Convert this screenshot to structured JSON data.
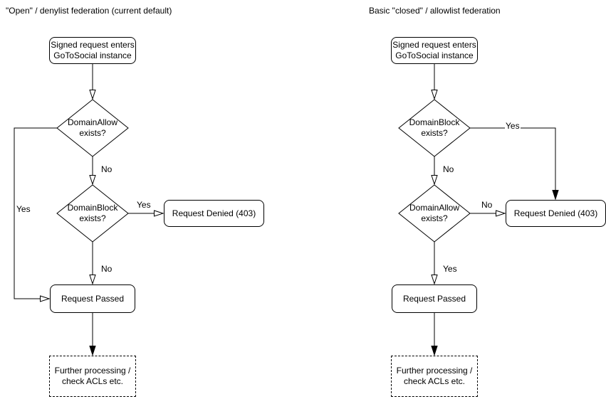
{
  "colors": {
    "stroke": "#000000",
    "background": "#ffffff",
    "text": "#000000"
  },
  "charts": [
    {
      "title": "\"Open\" / denylist federation (current default)",
      "start": {
        "line1": "Signed request enters",
        "line2": "GoToSocial instance"
      },
      "decision1": {
        "line1": "DomainAllow",
        "line2": "exists?"
      },
      "decision2": {
        "line1": "DomainBlock",
        "line2": "exists?"
      },
      "denied": "Request Denied (403)",
      "passed": "Request Passed",
      "further": {
        "line1": "Further processing /",
        "line2": "check ACLs etc."
      },
      "labels": {
        "d1_yes": "Yes",
        "d1_no": "No",
        "d2_yes": "Yes",
        "d2_no": "No"
      }
    },
    {
      "title": "Basic \"closed\" / allowlist federation",
      "start": {
        "line1": "Signed request enters",
        "line2": "GoToSocial instance"
      },
      "decision1": {
        "line1": "DomainBlock",
        "line2": "exists?"
      },
      "decision2": {
        "line1": "DomainAllow",
        "line2": "exists?"
      },
      "denied": "Request Denied (403)",
      "passed": "Request Passed",
      "further": {
        "line1": "Further processing /",
        "line2": "check ACLs etc."
      },
      "labels": {
        "d1_yes": "Yes",
        "d1_no": "No",
        "d2_yes": "Yes",
        "d2_no": "No"
      }
    }
  ]
}
